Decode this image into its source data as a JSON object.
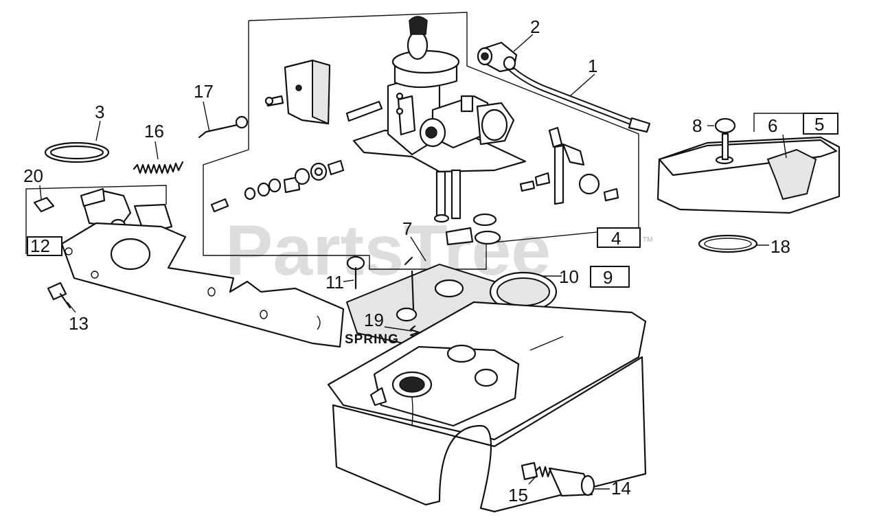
{
  "watermark": {
    "text": "PartsTree",
    "tm": "TM"
  },
  "labels": {
    "p1": "1",
    "p2": "2",
    "p3": "3",
    "p4": "4",
    "p5": "5",
    "p6": "6",
    "p7": "7",
    "p8": "8",
    "p9": "9",
    "p10": "10",
    "p11": "11",
    "p12": "12",
    "p13": "13",
    "p14": "14",
    "p15": "15",
    "p16": "16",
    "p17": "17",
    "p18": "18",
    "p19": "19",
    "p20": "20",
    "spring": "SPRING"
  }
}
